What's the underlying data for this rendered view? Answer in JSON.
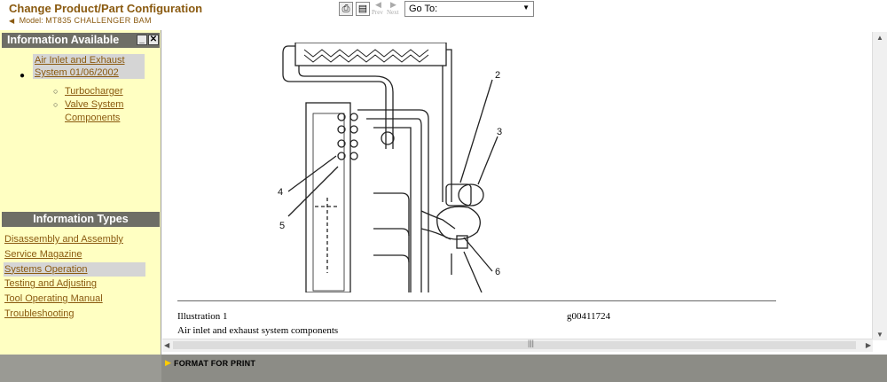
{
  "header": {
    "title": "Change Product/Part Configuration",
    "model_label": "Model:",
    "model_value": "MT835 CHALLENGER BAM",
    "prev_label": "Prev",
    "next_label": "Next",
    "goto_value": "Go To:"
  },
  "left_panel": {
    "info_available_title": "Information Available",
    "main_topic": "Air Inlet and Exhaust System 01/06/2002",
    "sub_topics": [
      "Turbocharger",
      "Valve System Components"
    ],
    "info_types_title": "Information Types",
    "info_types": [
      "Disassembly and Assembly",
      "Service Magazine",
      "Systems Operation",
      "Testing and Adjusting",
      "Tool Operating Manual",
      "Troubleshooting"
    ],
    "active_type": "Systems Operation"
  },
  "illustration": {
    "callouts": [
      "2",
      "3",
      "4",
      "5",
      "6"
    ],
    "caption_label": "Illustration 1",
    "caption_id": "g00411724",
    "caption_desc": "Air inlet and exhaust system components"
  },
  "footer": {
    "format_print": "FORMAT FOR PRINT"
  },
  "colors": {
    "link": "#8a5a10",
    "panel_bg": "#ffffc2",
    "panel_header": "#6e6e66",
    "footer": "#8c8c86"
  }
}
